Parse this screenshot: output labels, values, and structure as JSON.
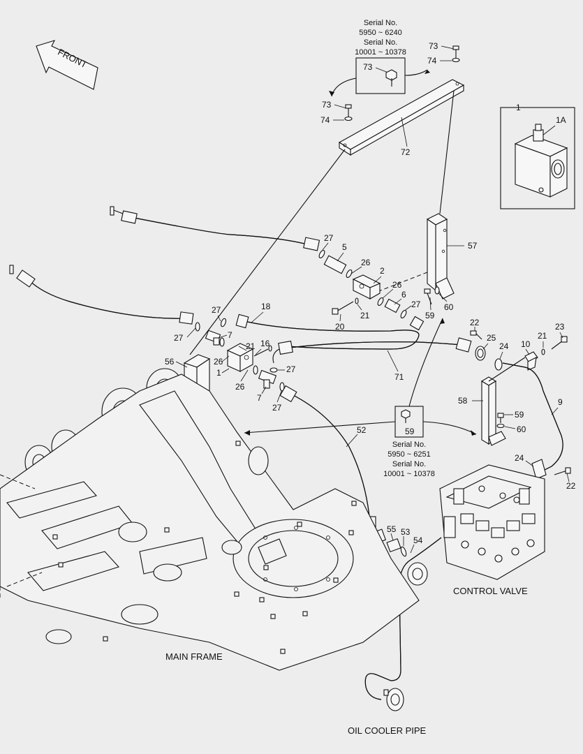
{
  "front_label": "FRONT",
  "serial_box_top": {
    "line1": "Serial No.",
    "line2": "5950 ~ 6240",
    "line3": "Serial No.",
    "line4": "10001 ~ 10378"
  },
  "serial_box_bottom": {
    "line1": "Serial No.",
    "line2": "5950 ~ 6251",
    "line3": "Serial No.",
    "line4": "10001 ~ 10378"
  },
  "assembly_labels": {
    "main_frame": "MAIN FRAME",
    "control_valve": "CONTROL VALVE",
    "oil_cooler_pipe": "OIL COOLER PIPE"
  },
  "callouts": {
    "c1_inset": "1",
    "c1a": "1A",
    "c73_box": "73",
    "c73_a": "73",
    "c74_a": "74",
    "c73_b": "73",
    "c74_b": "74",
    "c72": "72",
    "c57": "57",
    "c27_a": "27",
    "c5": "5",
    "c26_a": "26",
    "c2": "2",
    "c26_b": "26",
    "c6": "6",
    "c27_b": "27",
    "c59_a": "59",
    "c60_a": "60",
    "c21_a": "21",
    "c20": "20",
    "c18": "18",
    "c27_c": "27",
    "c7_a": "7",
    "c27_d": "27",
    "c16": "16",
    "c21_b": "21",
    "c26_c": "26",
    "c1_main": "1",
    "c26_d": "26",
    "c27_e": "27",
    "c7_b": "7",
    "c27_f": "27",
    "c56": "56",
    "c71": "71",
    "c22_a": "22",
    "c25": "25",
    "c24_a": "24",
    "c10": "10",
    "c21_c": "21",
    "c23": "23",
    "c9": "9",
    "c58": "58",
    "c59_b": "59",
    "c60_b": "60",
    "c59_box": "59",
    "c59_c": "59",
    "c60_c": "60",
    "c52": "52",
    "c24_b": "24",
    "c22_b": "22",
    "c55": "55",
    "c53": "53",
    "c54": "54"
  }
}
